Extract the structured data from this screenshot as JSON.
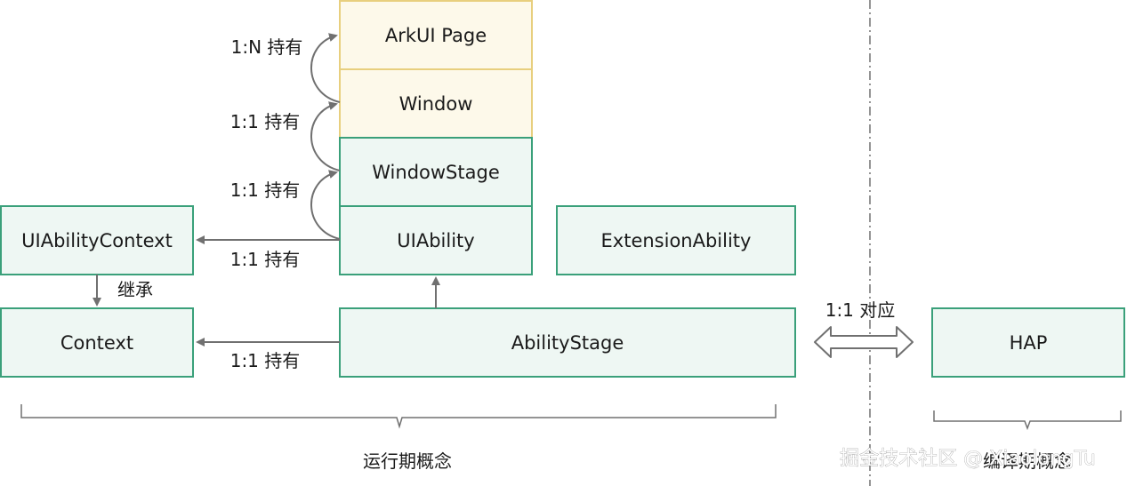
{
  "colors": {
    "green_fill": "#eef7f3",
    "green_stroke": "#3aa07a",
    "yellow_fill": "#fdf9ea",
    "yellow_stroke": "#e8cf7e",
    "arrow": "#707070"
  },
  "boxes": {
    "arkui_page": "ArkUI Page",
    "window": "Window",
    "window_stage": "WindowStage",
    "ui_ability": "UIAbility",
    "extension_ability": "ExtensionAbility",
    "ui_ability_context": "UIAbilityContext",
    "context": "Context",
    "ability_stage": "AbilityStage",
    "hap": "HAP"
  },
  "relations": {
    "page_window": "1:N 持有",
    "window_windowstage": "1:1 持有",
    "windowstage_uiability": "1:1 持有",
    "uiability_context": "1:1 持有",
    "inherit": "继承",
    "abilitystage_context": "1:1 持有",
    "stage_hap": "1:1 对应"
  },
  "groups": {
    "runtime": "运行期概念",
    "compile": "编译期概念"
  },
  "watermark": "掘金技术社区 @ XiaolongTu"
}
